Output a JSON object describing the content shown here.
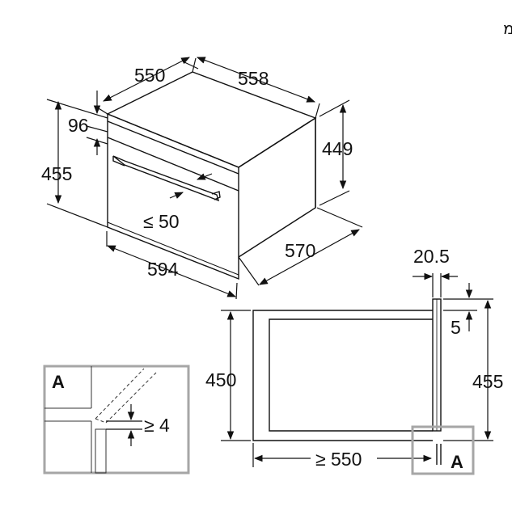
{
  "title": "מידות במ\"מ",
  "top_view": {
    "width_cavity": "550",
    "depth_top": "558",
    "front_height": "96",
    "total_height": "455",
    "side_height": "449",
    "handle_gap": "≤ 50",
    "front_width": "594",
    "depth_total": "570"
  },
  "side_view": {
    "front_thickness": "20.5",
    "offset": "5",
    "niche_height": "450",
    "total_height": "455",
    "niche_depth": "≥ 550",
    "detail_label": "A"
  },
  "detail": {
    "label": "A",
    "gap": "≥ 4"
  },
  "colors": {
    "line": "#111111",
    "detail_frame": "#a6a6a6"
  }
}
